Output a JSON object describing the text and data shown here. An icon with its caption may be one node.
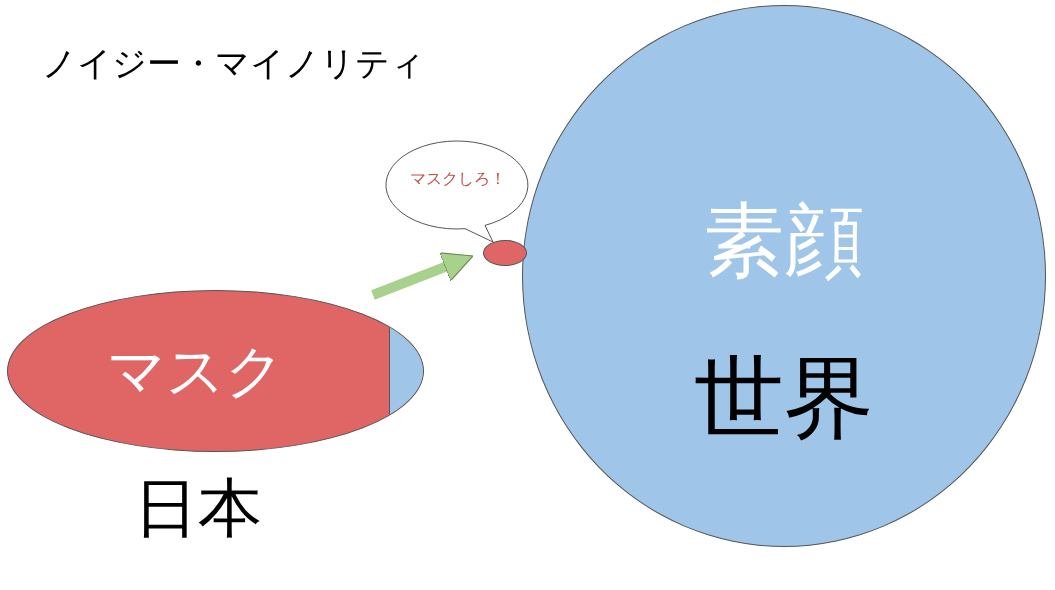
{
  "diagram": {
    "title": "ノイジー・マイノリティ",
    "nodes": [
      {
        "text": [
          "マスク"
        ],
        "beside": [
          "日本"
        ]
      },
      {
        "text": [
          "素顔",
          "世界"
        ]
      },
      {
        "text": [],
        "shape": "circle"
      },
      {
        "text": [
          "マスクしろ！"
        ]
      },
      {
        "text": [],
        "shape": "box",
        "in": 0
      }
    ],
    "edges": [
      {
        "from": 0,
        "to": 2,
        "arrow": "to"
      }
    ]
  }
}
